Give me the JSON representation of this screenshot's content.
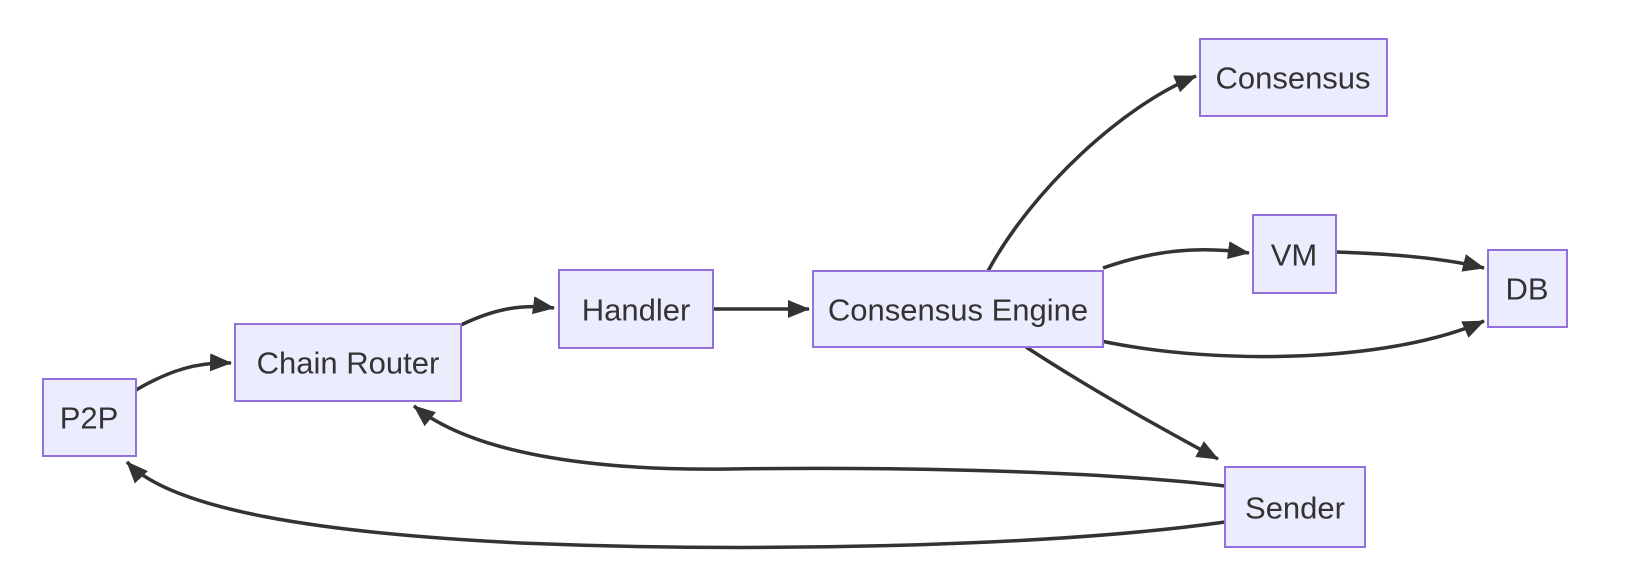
{
  "diagram": {
    "type": "flowchart",
    "title": "",
    "colors": {
      "background": "#ffffff",
      "node_fill": "#ECECFF",
      "node_border": "#9370DB",
      "edge": "#333333",
      "text": "#333333"
    },
    "nodes": [
      {
        "id": "p2p",
        "label": "P2P"
      },
      {
        "id": "chain-router",
        "label": "Chain Router"
      },
      {
        "id": "handler",
        "label": "Handler"
      },
      {
        "id": "consensus-engine",
        "label": "Consensus Engine"
      },
      {
        "id": "consensus",
        "label": "Consensus"
      },
      {
        "id": "vm",
        "label": "VM"
      },
      {
        "id": "db",
        "label": "DB"
      },
      {
        "id": "sender",
        "label": "Sender"
      }
    ],
    "edges": [
      {
        "from": "P2P",
        "to": "Chain Router"
      },
      {
        "from": "Chain Router",
        "to": "Handler"
      },
      {
        "from": "Handler",
        "to": "Consensus Engine"
      },
      {
        "from": "Consensus Engine",
        "to": "Consensus"
      },
      {
        "from": "Consensus Engine",
        "to": "VM"
      },
      {
        "from": "VM",
        "to": "DB"
      },
      {
        "from": "Consensus Engine",
        "to": "DB"
      },
      {
        "from": "Consensus Engine",
        "to": "Sender"
      },
      {
        "from": "Sender",
        "to": "Chain Router"
      },
      {
        "from": "Sender",
        "to": "P2P"
      }
    ]
  }
}
